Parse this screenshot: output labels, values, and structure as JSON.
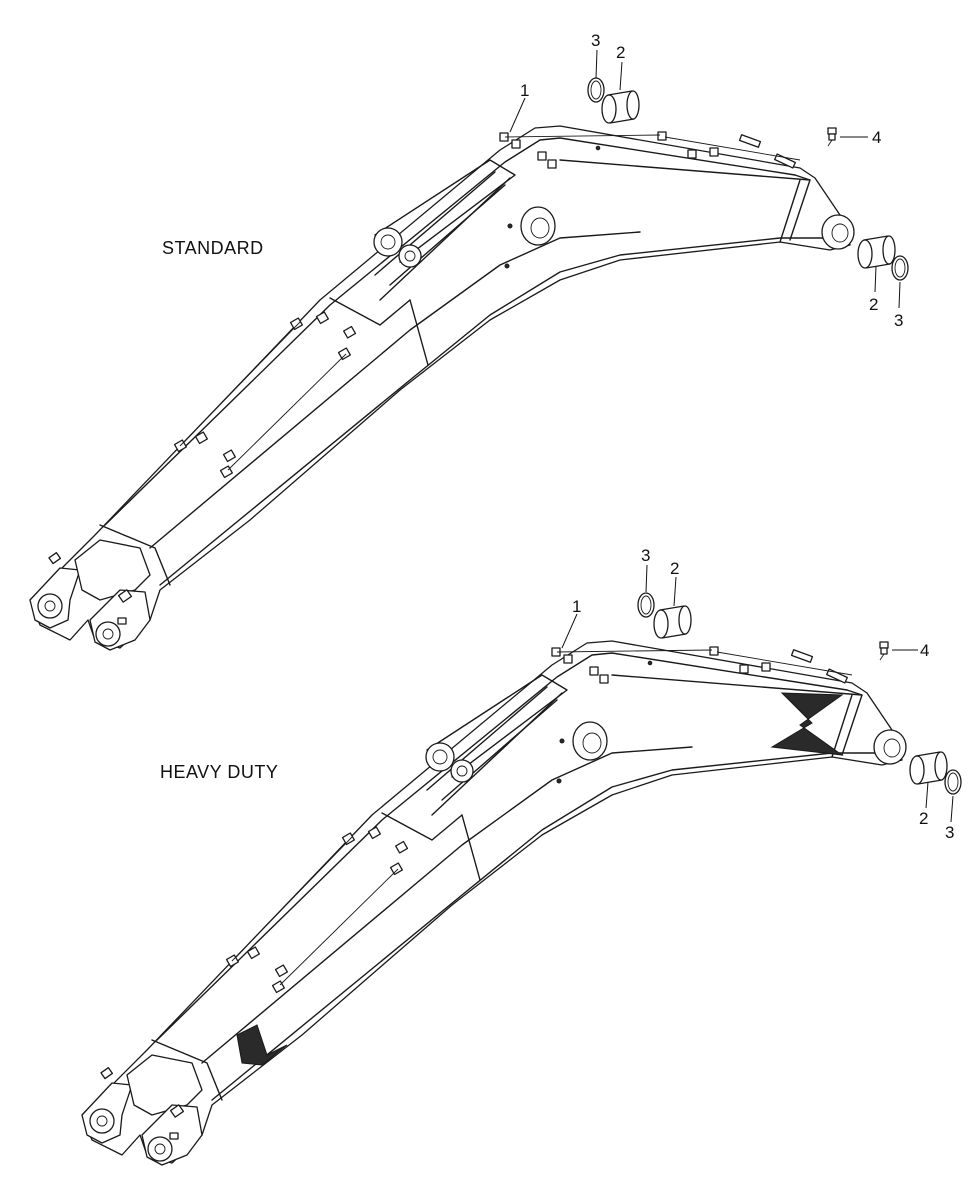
{
  "diagrams": [
    {
      "title": "STANDARD",
      "callouts": {
        "boom": "1",
        "bushing_top": "2",
        "seal_top": "3",
        "fitting": "4",
        "bushing_side": "2",
        "seal_side": "3"
      }
    },
    {
      "title": "HEAVY DUTY",
      "callouts": {
        "boom": "1",
        "bushing_top": "2",
        "seal_top": "3",
        "fitting": "4",
        "bushing_side": "2",
        "seal_side": "3"
      }
    }
  ]
}
